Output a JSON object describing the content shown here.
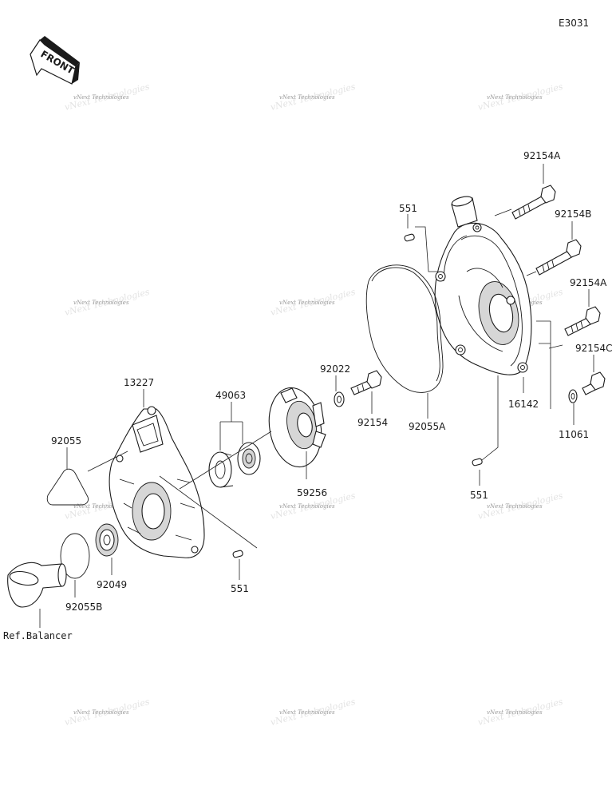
{
  "diagram_code": "E3031",
  "front_label": "FRONT",
  "watermark_text": "vNext Technologies",
  "ref_label": "Ref.Balancer",
  "labels": {
    "p92154A_top": "92154A",
    "p551_top": "551",
    "p92154B": "92154B",
    "p92154A_mid": "92154A",
    "p92154C": "92154C",
    "p92022": "92022",
    "p13227": "13227",
    "p49063": "49063",
    "p16142": "16142",
    "p92154": "92154",
    "p92055A": "92055A",
    "p11061": "11061",
    "p92055": "92055",
    "p59256": "59256",
    "p551_right": "551",
    "p92049": "92049",
    "p92055B": "92055B",
    "p551_bottom": "551"
  },
  "colors": {
    "line": "#1a1a1a",
    "watermark": "#9a9a9a"
  }
}
